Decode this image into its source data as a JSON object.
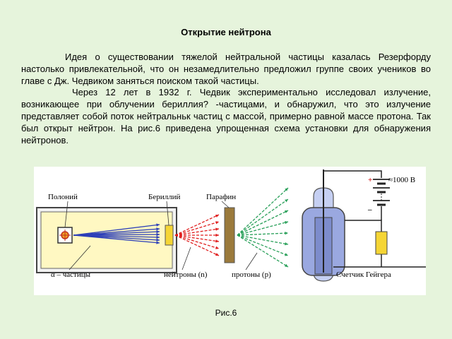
{
  "title": "Открытие нейтрона",
  "paragraphs": [
    "Идея о существовании тяжелой нейтральной частицы казалась Резерфорду настолько привлекательной, что он незамедлительно предложил группе своих учеников во главе с Дж. Чедвиком заняться поиском такой частицы.",
    "Через 12 лет в 1932 г. Чедвик экспериментально исследовал излучение, возникающее при облучении бериллия? -частицами, и обнаружил, что это излучение представляет собой поток нейтральньк частиц с массой, примерно равной массе протона. Так был открыт нейтрон. На рис.6 приведена упрощенная схема установки для обнаружения нейтронов."
  ],
  "figure": {
    "labels": {
      "polonium": "Полоний",
      "beryllium": "Бериллий",
      "paraffin": "Парафин",
      "alpha": "α – частицы",
      "neutrons": "нейтроны (n)",
      "protons": "протоны (p)",
      "counter": "Счетчик Гейгера",
      "voltage": "≈1000 В",
      "plus": "+",
      "minus": "–"
    },
    "colors": {
      "alpha": "#2c3fb8",
      "neutrons": "#e01f1f",
      "protons": "#2aa05a",
      "chamber_fill": "#fff8c2",
      "beryllium": "#f5d535",
      "paraffin": "#9b7a3c",
      "tube": "#9aa8e0",
      "resistor": "#f5d535"
    }
  },
  "caption": "Рис.6"
}
